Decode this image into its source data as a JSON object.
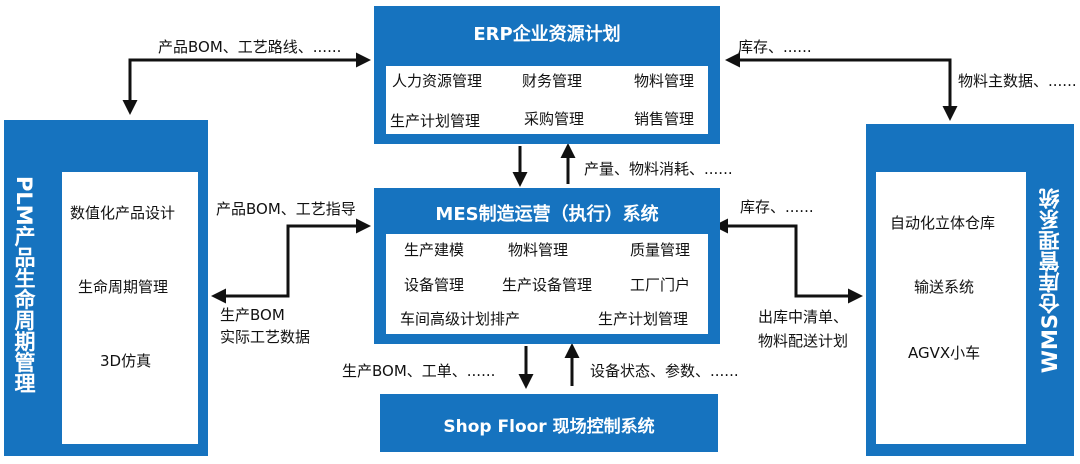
{
  "erp": {
    "title": "ERP企业资源计划",
    "modules": [
      "人力资源管理",
      "财务管理",
      "物料管理",
      "生产计划管理",
      "采购管理",
      "销售管理"
    ]
  },
  "mes": {
    "title": "MES制造运营（执行）系统",
    "modules": [
      "生产建模",
      "物料管理",
      "质量管理",
      "设备管理",
      "生产设备管理",
      "工厂门户",
      "车间高级计划排产",
      "生产计划管理"
    ]
  },
  "plm": {
    "title": "PLM产品生命周期管理",
    "modules": [
      "数值化产品设计",
      "生命周期管理",
      "3D仿真"
    ]
  },
  "wms": {
    "title": "WMS仓库管理系统",
    "modules": [
      "自动化立体仓库",
      "输送系统",
      "AGVX小车"
    ]
  },
  "shopfloor": {
    "title": "Shop Floor 现场控制系统"
  },
  "flows": {
    "plm_to_erp": "产品BOM、工艺路线、......",
    "erp_wms_top": "库存、......",
    "wms_to_erp": "物料主数据、......",
    "mes_to_erp": "产量、物料消耗、......",
    "plm_to_mes": "产品BOM、工艺指导",
    "mes_to_plm_line1": "生产BOM",
    "mes_to_plm_line2": "实际工艺数据",
    "wms_mes": "库存、......",
    "mes_to_wms_line1": "出库中清单、",
    "mes_to_wms_line2": "物料配送计划",
    "mes_to_shop": "生产BOM、工单、......",
    "shop_to_mes": "设备状态、参数、......"
  }
}
